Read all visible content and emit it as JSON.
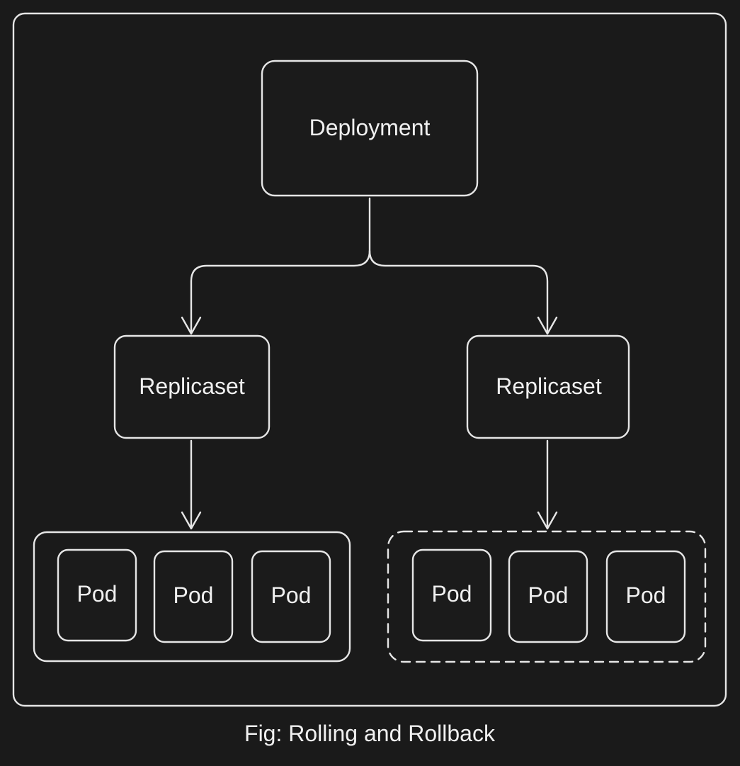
{
  "nodes": {
    "deployment": "Deployment",
    "replicaset_left": "Replicaset",
    "replicaset_right": "Replicaset",
    "pods_left": [
      "Pod",
      "Pod",
      "Pod"
    ],
    "pods_right": [
      "Pod",
      "Pod",
      "Pod"
    ]
  },
  "caption": "Fig: Rolling and Rollback",
  "colors": {
    "background": "#1a1a1a",
    "stroke": "#e6e6e6",
    "text": "#f0f0f0"
  }
}
